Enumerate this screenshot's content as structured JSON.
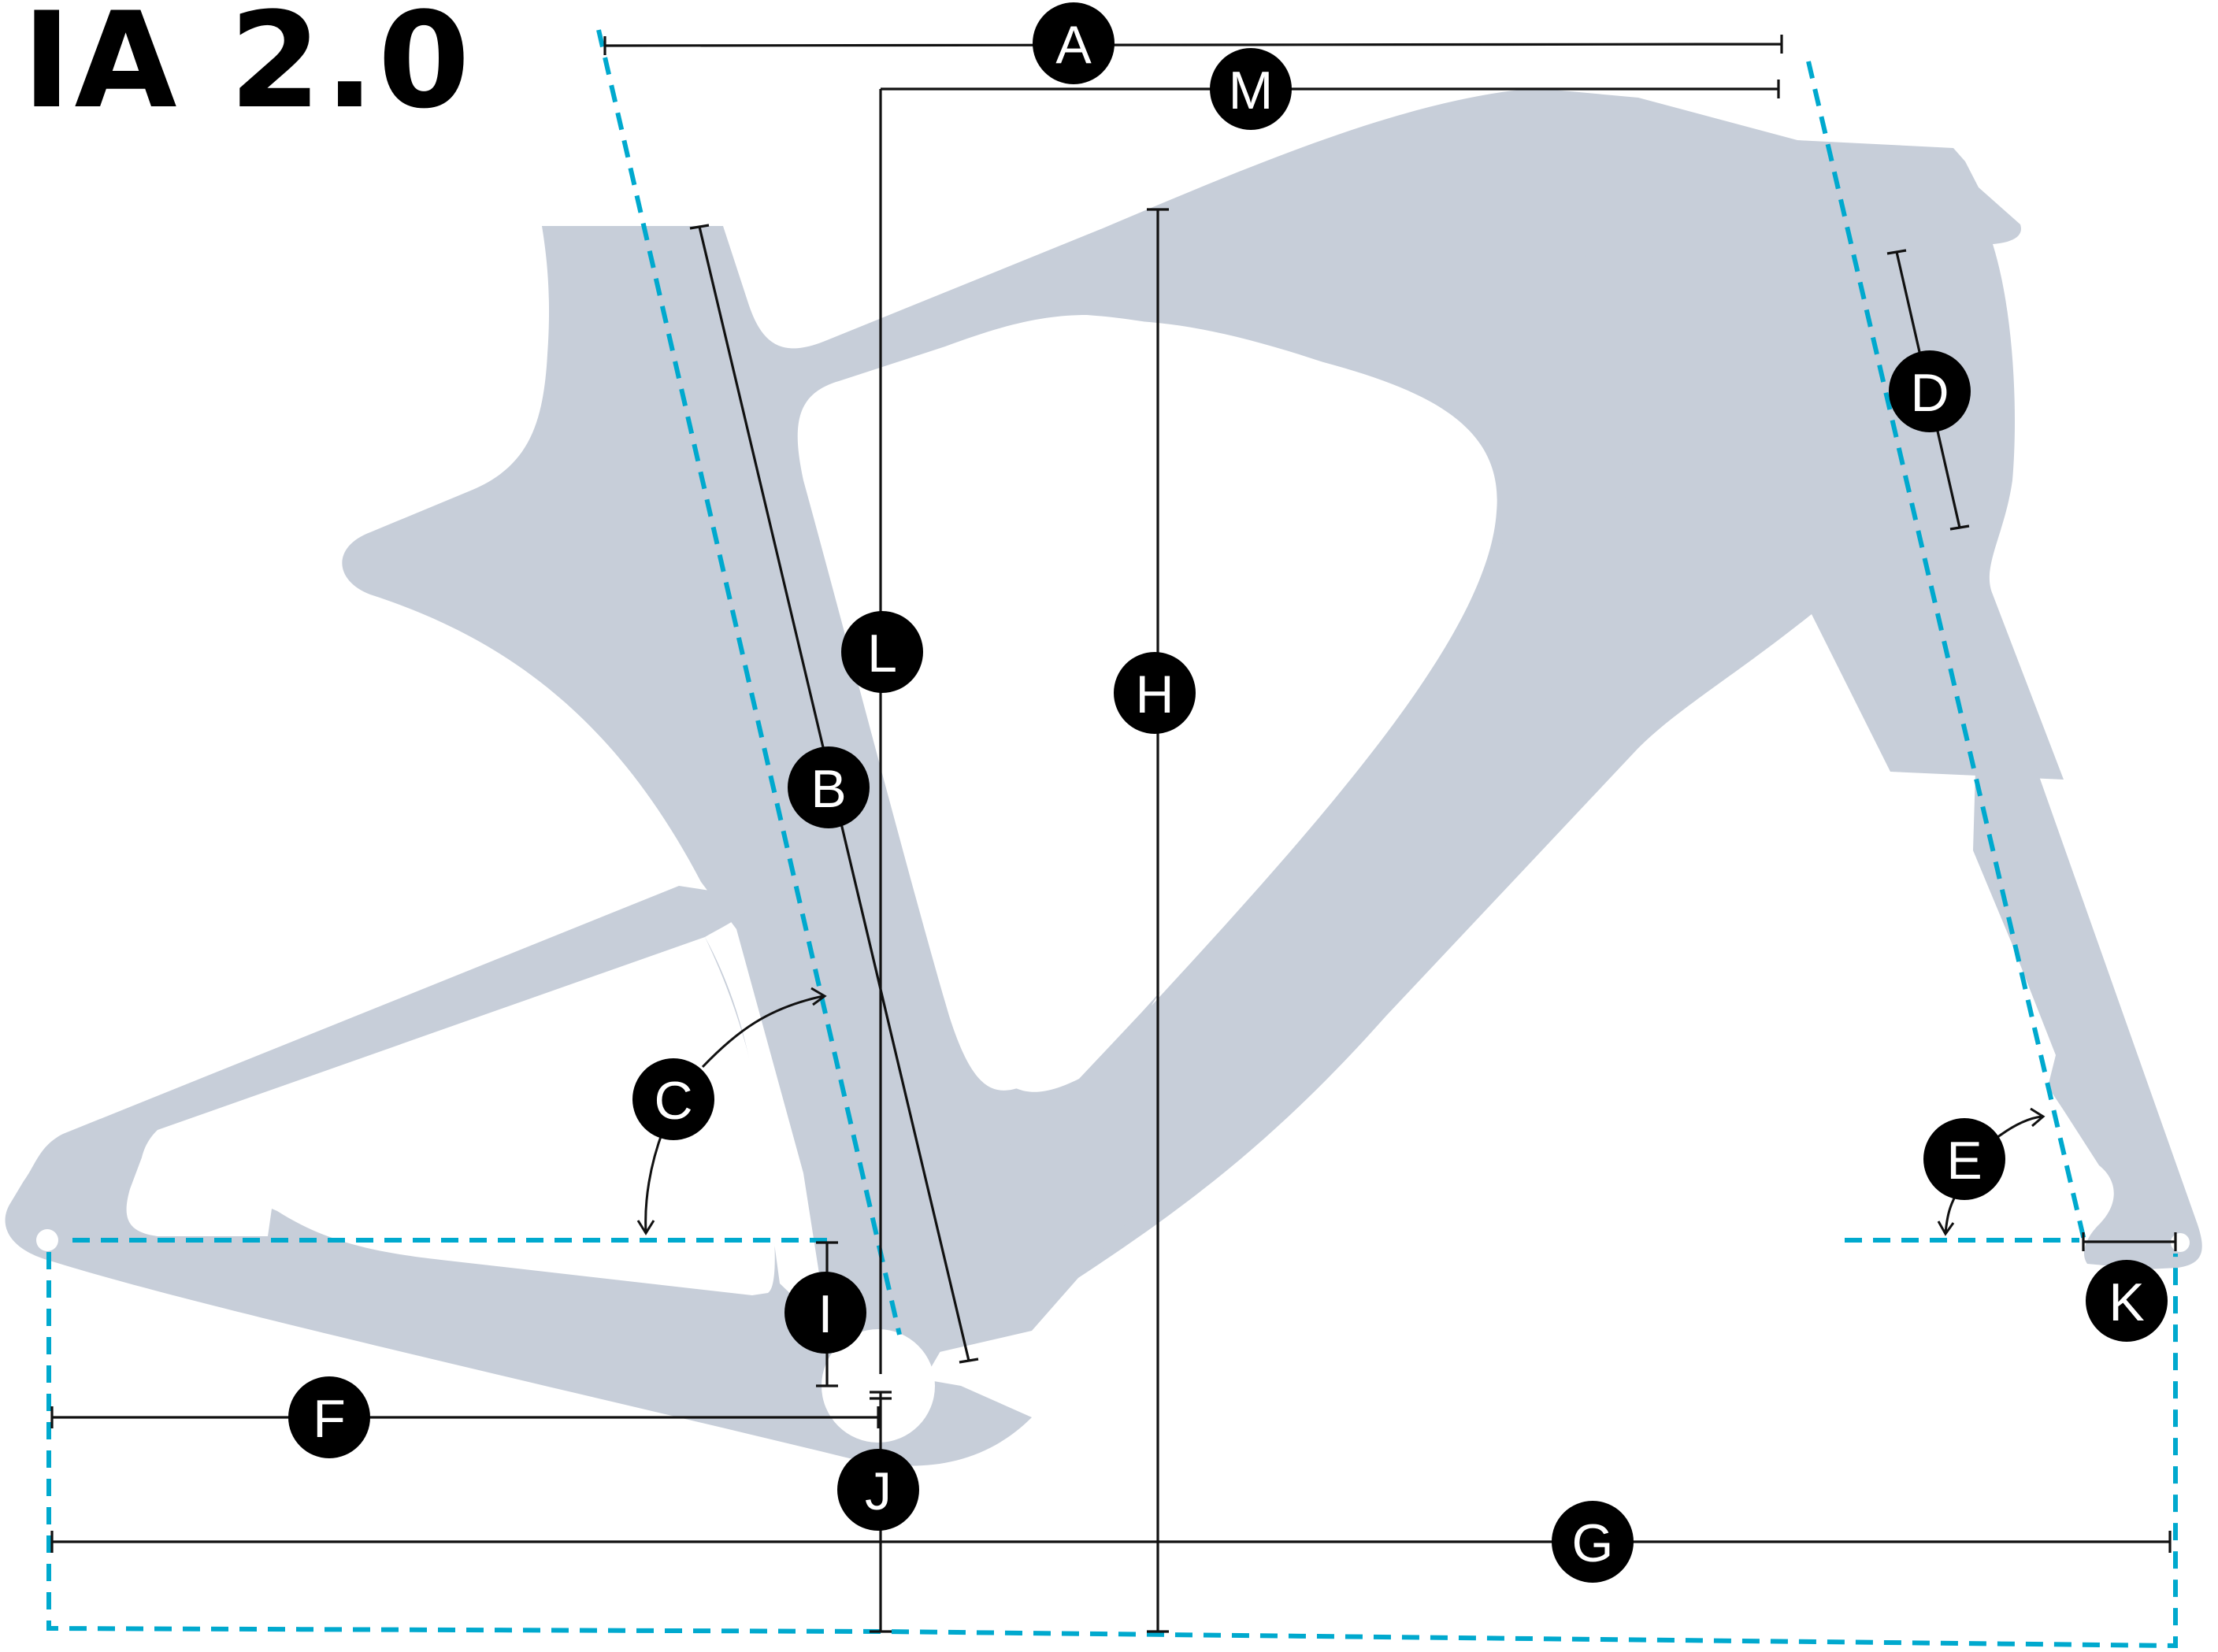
{
  "title": "IA 2.0",
  "colors": {
    "frame": "#c7ced9",
    "dimension_line": "#111111",
    "reference_line": "#00a9ce",
    "badge": "#000000",
    "badge_text": "#ffffff"
  },
  "labels": {
    "A": "A",
    "B": "B",
    "C": "C",
    "D": "D",
    "E": "E",
    "F": "F",
    "G": "G",
    "H": "H",
    "I": "I",
    "J": "J",
    "K": "K",
    "L": "L",
    "M": "M"
  }
}
